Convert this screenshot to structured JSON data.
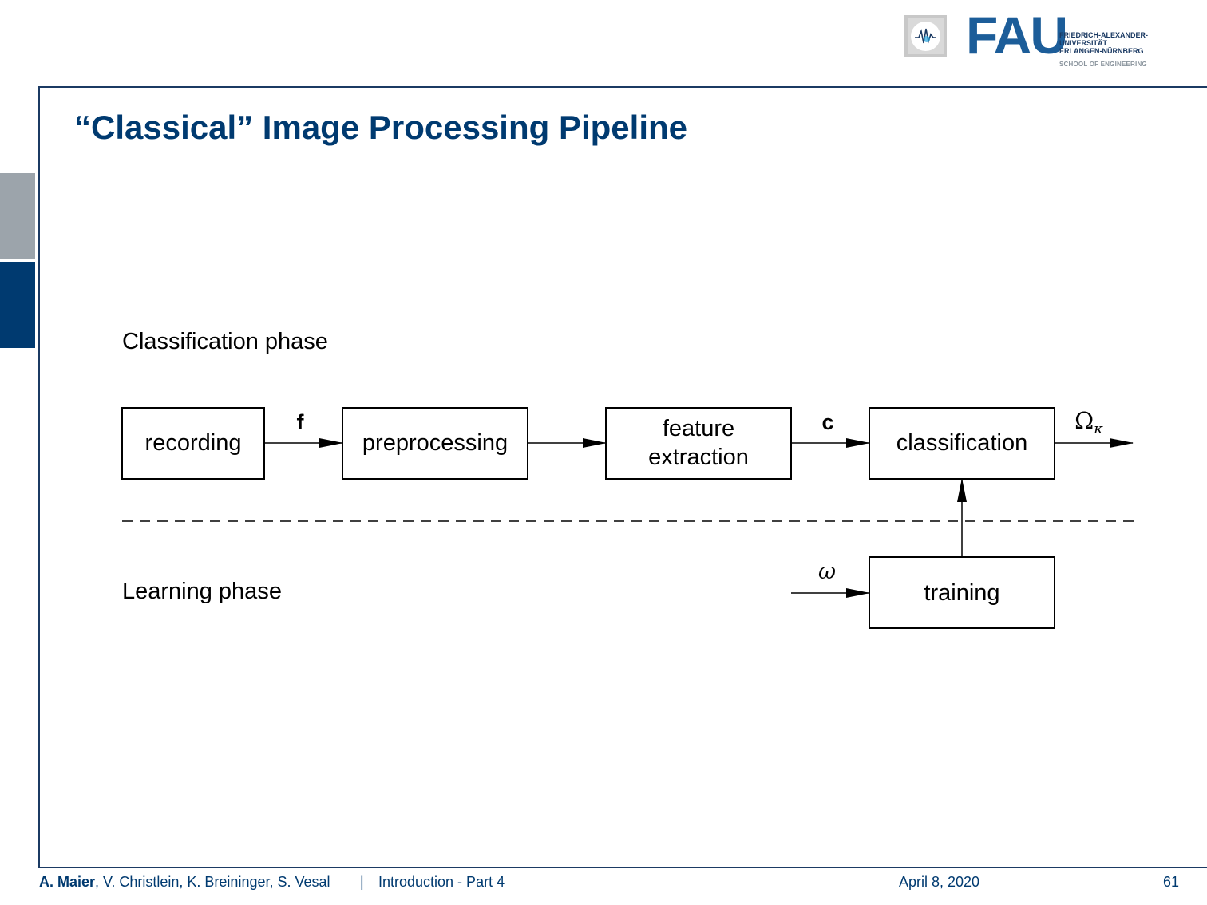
{
  "header": {
    "university_name": [
      "FRIEDRICH-ALEXANDER-",
      "UNIVERSITÄT",
      "ERLANGEN-NÜRNBERG"
    ],
    "school": "SCHOOL OF ENGINEERING",
    "logo_text": "FAU",
    "logo_icon": "signal-wave-icon"
  },
  "slide": {
    "title": "“Classical” Image Processing Pipeline"
  },
  "diagram": {
    "classification_phase_label": "Classification phase",
    "learning_phase_label": "Learning phase",
    "boxes": {
      "recording": "recording",
      "preprocessing": "preprocessing",
      "feature_extraction_line1": "feature",
      "feature_extraction_line2": "extraction",
      "classification": "classification",
      "training": "training"
    },
    "signals": {
      "f": "f",
      "c": "c",
      "omega_kappa": "Ωκ",
      "omega": "ω"
    }
  },
  "footer": {
    "lead_author": "A. Maier",
    "other_authors": ", V. Christlein, K. Breininger, S. Vesal",
    "separator": "|",
    "lecture": "Introduction - Part 4",
    "date": "April 8, 2020",
    "page": "61"
  },
  "colors": {
    "brand_blue": "#003a70",
    "side_gray": "#9ca4ab"
  }
}
